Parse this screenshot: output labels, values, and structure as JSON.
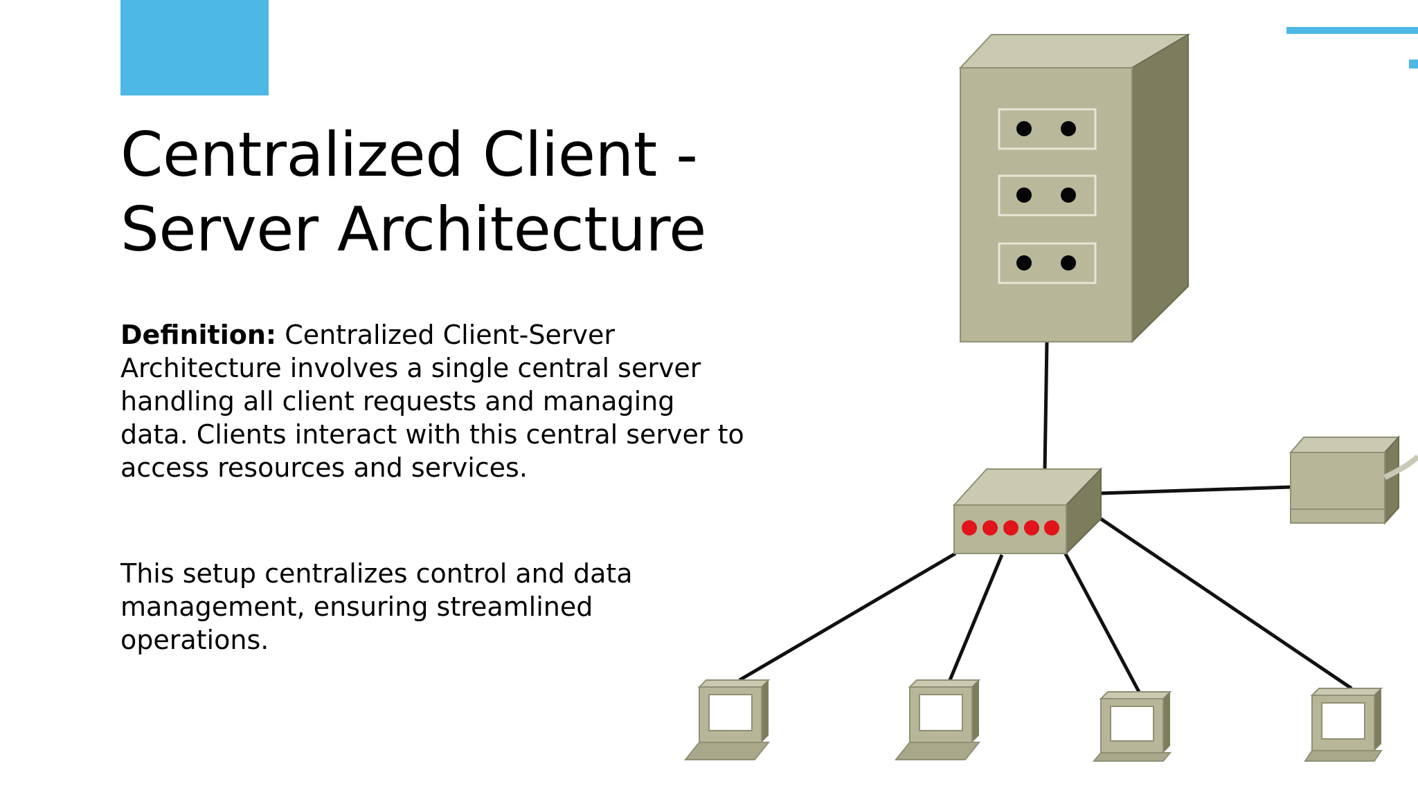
{
  "colors": {
    "accent": "#4db8e6",
    "device_face": "#b7b698",
    "device_top": "#cacab3",
    "device_side": "#7c7d5d",
    "led": "#e0141a"
  },
  "title": {
    "line1": "Centralized Client -",
    "line2": "Server Architecture"
  },
  "definition": {
    "term": "Definition:",
    "line1": " Centralized Client-Server",
    "line2": "Architecture involves a single central server",
    "line3": "handling all client requests and managing",
    "line4": "data. Clients interact with this central server to",
    "line5": "access resources and services."
  },
  "summary": {
    "line1": "This setup centralizes control and data",
    "line2": "management, ensuring streamlined",
    "line3": "operations."
  },
  "diagram": {
    "server_icon": "server-tower-icon",
    "hub_icon": "network-hub-icon",
    "client_icon": "client-computer-icon",
    "peripheral_icon": "network-device-icon",
    "client_count": 4,
    "hub_led_count": 5
  }
}
